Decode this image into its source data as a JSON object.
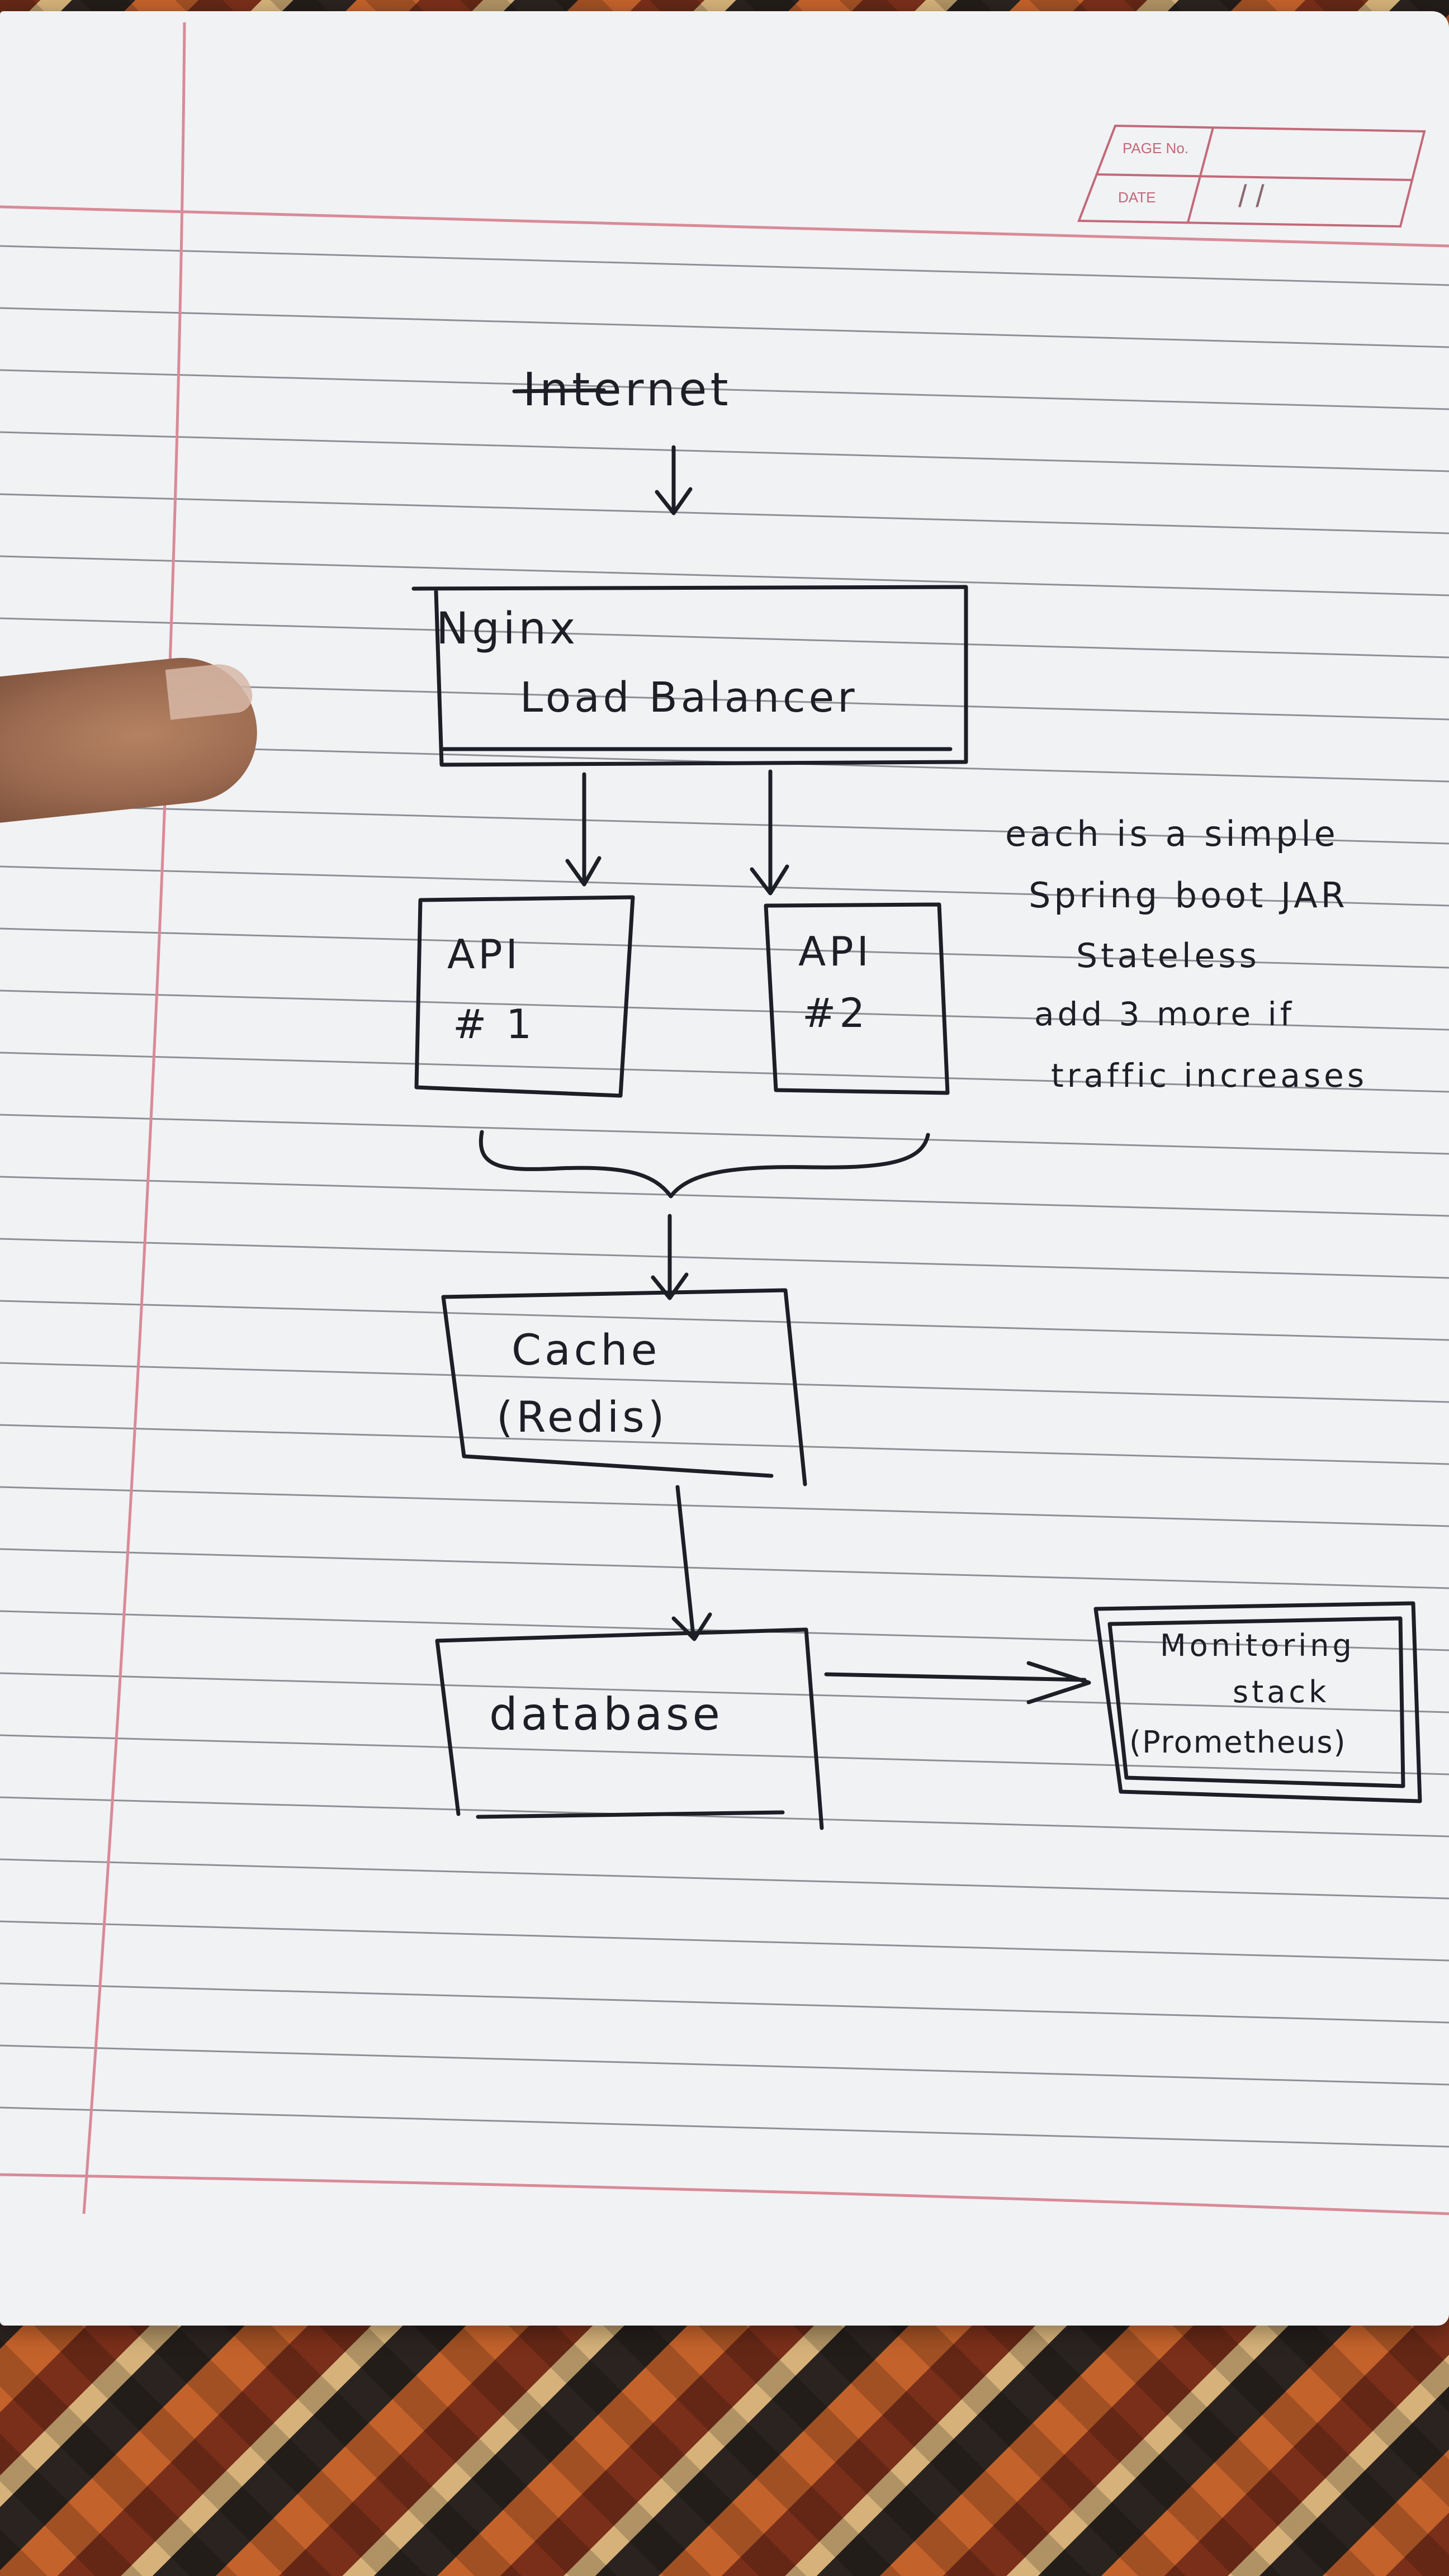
{
  "page_header": {
    "page_no_label": "PAGE No.",
    "date_label": "DATE",
    "date_value": "/ /"
  },
  "diagram": {
    "internet": "Internet",
    "load_balancer": {
      "line1": "Nginx",
      "line2": "Load Balancer"
    },
    "api1": {
      "line1": "API",
      "line2": "# 1"
    },
    "api2": {
      "line1": "API",
      "line2": "#2"
    },
    "note": [
      "each is a simple",
      "Spring boot JAR",
      "Stateless",
      "add 3 more if",
      "traffic increases"
    ],
    "cache": {
      "line1": "Cache",
      "line2": "(Redis)"
    },
    "database": "database",
    "monitoring": {
      "line1": "Monitoring",
      "line2": "stack",
      "line3": "(Prometheus)"
    }
  },
  "colors": {
    "ink": "#1d1f27",
    "paper": "#f1f2f4",
    "rule_line": "#3d4048",
    "margin_line": "#d98a98"
  }
}
